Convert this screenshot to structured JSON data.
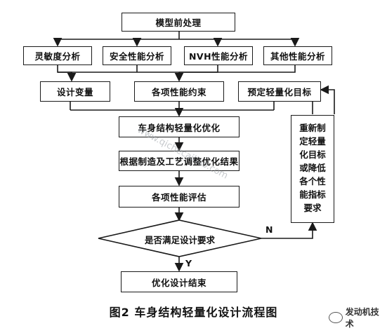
{
  "diagram": {
    "preprocess": "模型前处理",
    "analyses": [
      "灵敏度分析",
      "安全性能分析",
      "NVH性能分析",
      "其他性能分析"
    ],
    "design_variables": "设计变量",
    "constraints": "各项性能约束",
    "target": "预定轻量化目标",
    "optimize": "车身结构轻量化优化",
    "adjust": "根据制造及工艺调整优化结果",
    "evaluate": "各项性能评估",
    "decision": "是否满足设计要求",
    "end": "优化设计结束",
    "reset_lines": [
      "重新制",
      "定轻量",
      "化目标",
      "或降低",
      "各个性",
      "能指标",
      "要求"
    ],
    "yes_label": "Y",
    "no_label": "N"
  },
  "caption": "图2    车身结构轻量化设计流程图",
  "watermark": "www.qichecailiao.com",
  "logo_text": "发动机技术"
}
